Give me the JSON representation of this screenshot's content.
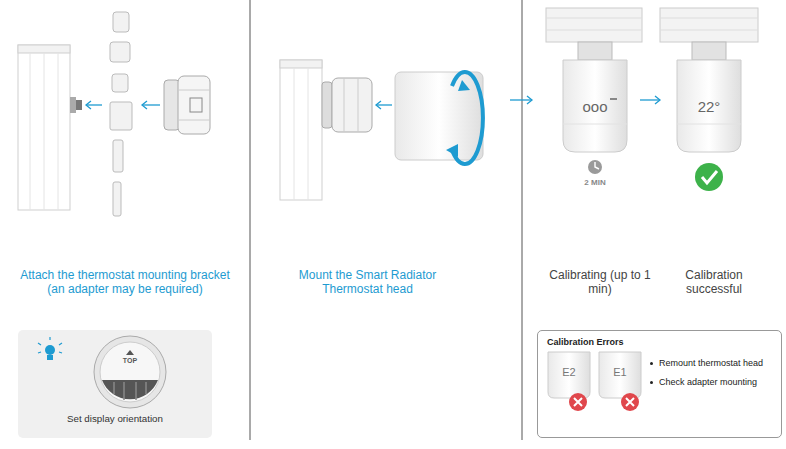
{
  "diagram": {
    "nodes": [
      {
        "text": [
          "Set display orientation"
        ]
      },
      {
        "text": [
          "Calibration Errors",
          "Remount thermostat head",
          "Check adapter mounting"
        ]
      }
    ],
    "labels": [
      "Attach the thermostat mounting bracket (an adapter may be required)",
      "TOP",
      "Mount the Smart Radiator Thermostat head",
      "ooo",
      "22°",
      "2 MIN",
      "Calibrating (up to 1 min)",
      "Calibration successful",
      "E2",
      "E1"
    ]
  }
}
